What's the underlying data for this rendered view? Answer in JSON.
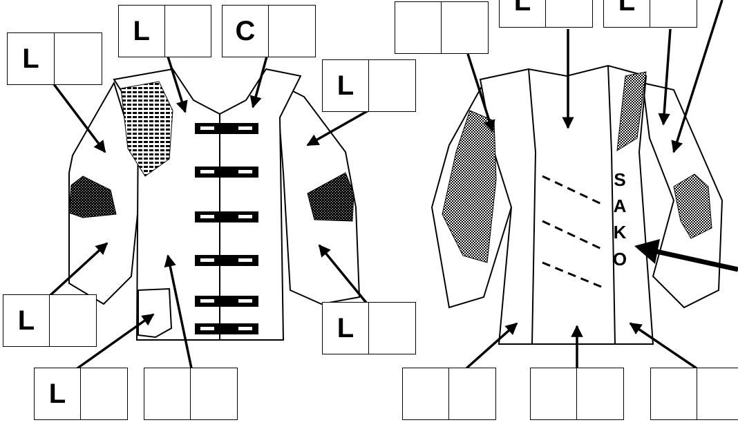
{
  "diagram": {
    "front_jacket": {
      "labels": [
        {
          "id": "front-collar-left",
          "left": "L",
          "right": ""
        },
        {
          "id": "front-collar-right",
          "left": "C",
          "right": ""
        },
        {
          "id": "front-shoulder-left",
          "left": "L",
          "right": ""
        },
        {
          "id": "front-sleeve-right-upper",
          "left": "L",
          "right": ""
        },
        {
          "id": "front-forearm-left",
          "left": "L",
          "right": ""
        },
        {
          "id": "front-forearm-right",
          "left": "L",
          "right": ""
        },
        {
          "id": "front-pocket",
          "left": "L",
          "right": ""
        },
        {
          "id": "front-body",
          "left": "",
          "right": ""
        }
      ]
    },
    "back_jacket": {
      "back_text": [
        "S",
        "A",
        "K",
        "O"
      ],
      "labels": [
        {
          "id": "back-sleeve-left",
          "left": "",
          "right": ""
        },
        {
          "id": "back-center-top",
          "left": "L",
          "right": ""
        },
        {
          "id": "back-shoulder-right",
          "left": "L",
          "right": ""
        },
        {
          "id": "back-hem-left",
          "left": "",
          "right": ""
        },
        {
          "id": "back-hem-center",
          "left": "",
          "right": ""
        },
        {
          "id": "back-hem-right",
          "left": "",
          "right": ""
        }
      ]
    },
    "colors": {
      "line": "#000000",
      "background": "#ffffff"
    }
  }
}
